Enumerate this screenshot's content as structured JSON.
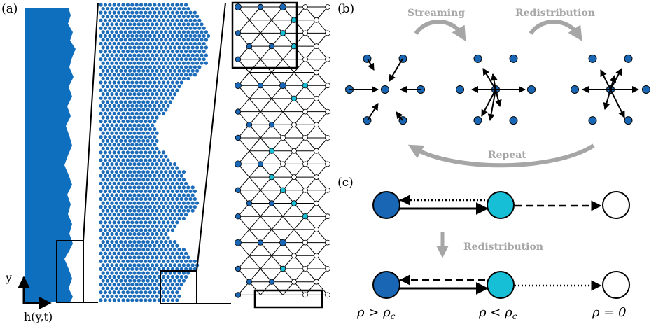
{
  "panels": {
    "a": "(a)",
    "b": "(b)",
    "c": "(c)"
  },
  "axes": {
    "y": "y",
    "h": "h(y,t)"
  },
  "panel_b": {
    "step1": "Streaming",
    "step2": "Redistribution",
    "repeat": "Repeat"
  },
  "panel_c": {
    "step": "Redistribution",
    "rho_high": "ρ > ρ",
    "rho_low": "ρ < ρ",
    "rho_zero": "ρ = 0",
    "sub_c": "c"
  },
  "colors": {
    "dark": "#1967b4",
    "light": "#16bed6",
    "empty": "#ffffff",
    "gray": "#a6a6a6",
    "field": "#0f6fbf"
  }
}
